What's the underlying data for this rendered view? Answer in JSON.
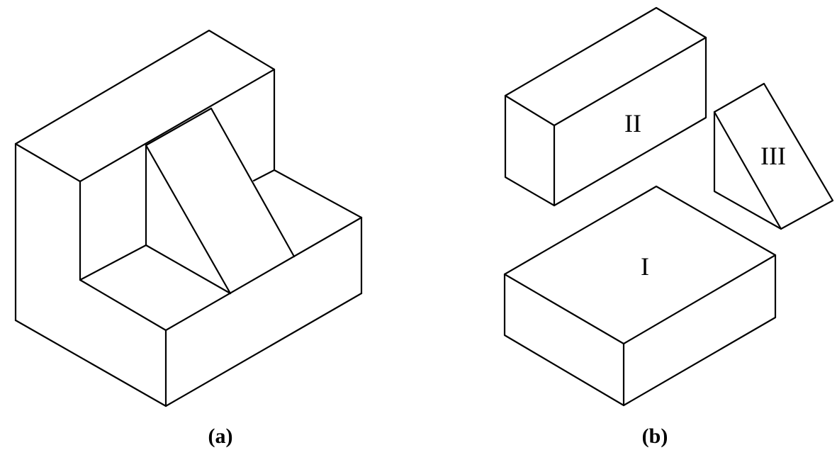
{
  "figure_a": {
    "caption": "(a)"
  },
  "figure_b": {
    "caption": "(b)",
    "parts": {
      "part_1": "I",
      "part_2": "II",
      "part_3": "III"
    }
  },
  "colors": {
    "line": "#000000",
    "background": "#ffffff"
  }
}
